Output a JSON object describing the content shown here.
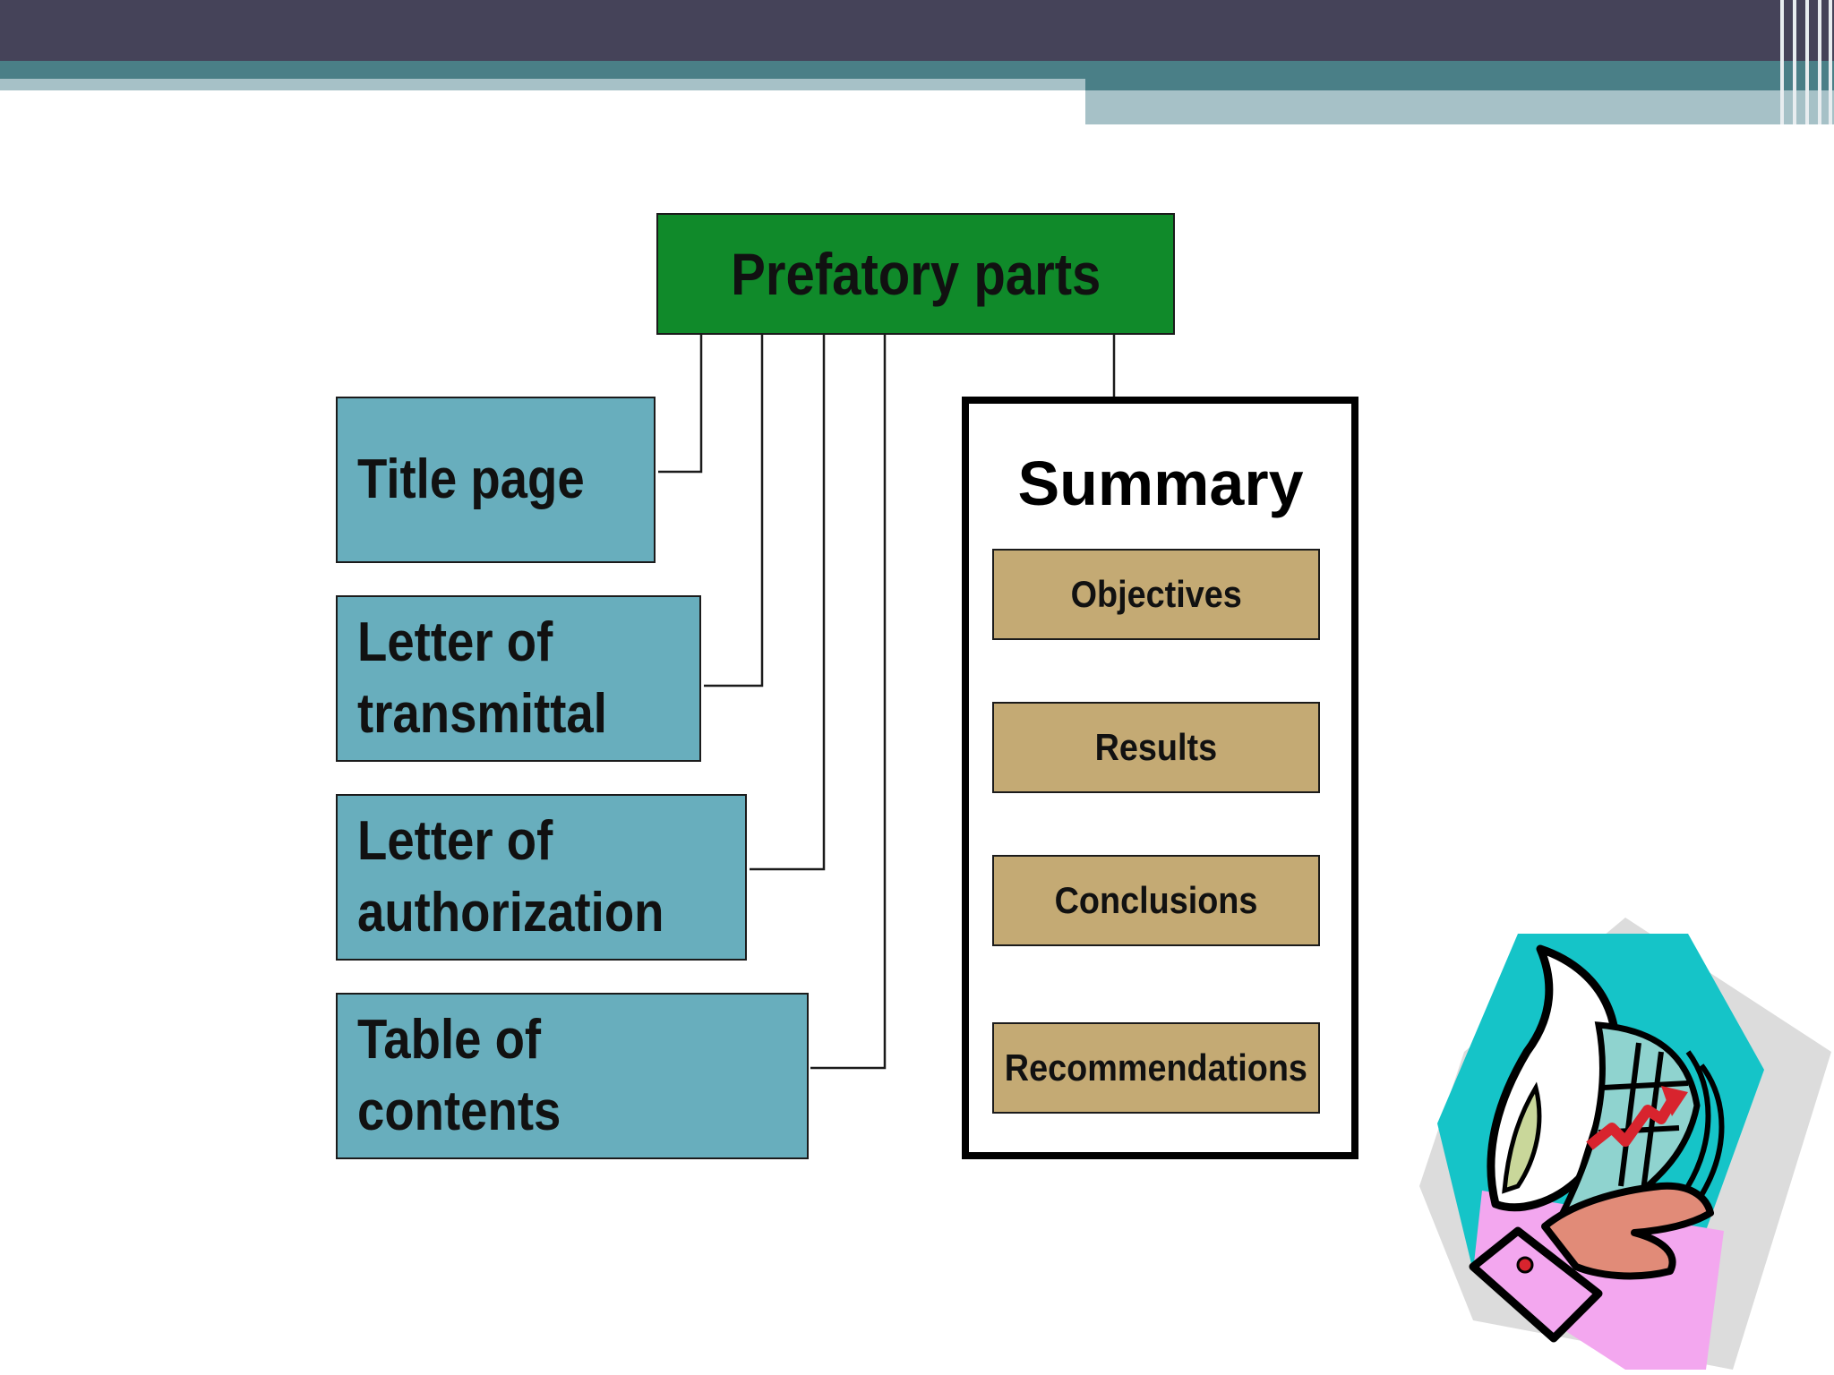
{
  "root": {
    "label": "Prefatory parts"
  },
  "parts": [
    {
      "label": "Title page"
    },
    {
      "label": "Letter of\ntransmittal"
    },
    {
      "label": "Letter of\nauthorization"
    },
    {
      "label": "Table of contents"
    }
  ],
  "summary": {
    "title": "Summary",
    "items": [
      {
        "label": "Objectives"
      },
      {
        "label": "Results"
      },
      {
        "label": "Conclusions"
      },
      {
        "label": "Recommendations"
      }
    ]
  },
  "colors": {
    "header_dark": "#454359",
    "header_teal": "#4a7f87",
    "header_light": "#a6c1c7",
    "root_fill": "#108a2a",
    "part_fill": "#68aebd",
    "summary_item_fill": "#c4aa74"
  },
  "icons": {
    "clipart": "hand-holding-report-icon"
  }
}
